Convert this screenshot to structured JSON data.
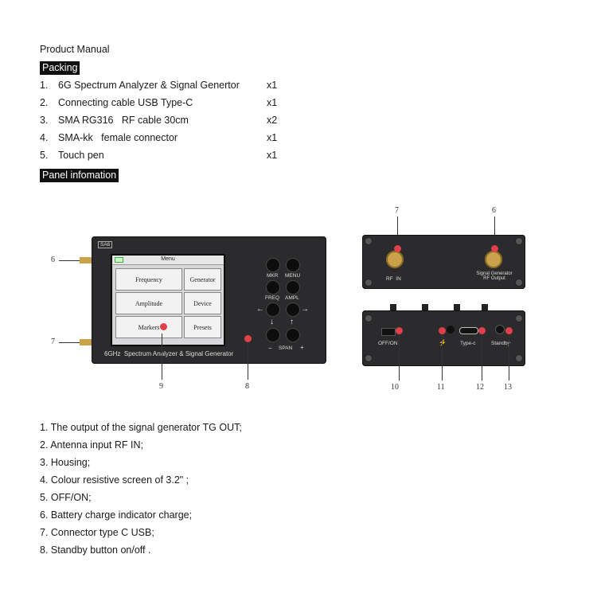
{
  "title": "Product Manual",
  "packing": {
    "heading": "Packing",
    "items": [
      {
        "num": "1.",
        "text": "6G Spectrum Analyzer & Signal Genertor",
        "qty": "x1"
      },
      {
        "num": "2.",
        "text": "Connecting cable USB Type-C",
        "qty": "x1"
      },
      {
        "num": "3.",
        "text": "SMA RG316   RF cable 30cm",
        "qty": "x2"
      },
      {
        "num": "4.",
        "text": "SMA-kk   female connector",
        "qty": "x1"
      },
      {
        "num": "5.",
        "text": "Touch pen",
        "qty": "x1"
      }
    ]
  },
  "panel": {
    "heading": "Panel infomation",
    "front": {
      "badge": "SA6",
      "model_text": "6GHz  Spectrum Analyzer & Signal Generator",
      "screen_title": "Menu",
      "menu_buttons": [
        "Frequency",
        "Amplitude",
        "Markers",
        "Generator",
        "Device",
        "Presets"
      ],
      "key_labels": [
        "MKR",
        "MENU",
        "FREQ",
        "AMPL",
        "SPAN"
      ],
      "minus": "−",
      "plus": "+"
    },
    "right_panel": {
      "rf_in": "RF  IN",
      "sig_out_1": "Signal Generator",
      "sig_out_2": "RF Output"
    },
    "bottom_panel": {
      "offon": "OFF/ON",
      "typec": "Type-c",
      "standby": "Standby"
    },
    "callouts": [
      "6",
      "7",
      "7",
      "6",
      "9",
      "8",
      "10",
      "11",
      "12",
      "13"
    ]
  },
  "descriptions": [
    "1. The output of the signal generator TG OUT;",
    "2. Antenna input RF IN;",
    "3. Housing;",
    "4. Colour resistive screen of 3.2\" ;",
    "5. OFF/ON;",
    "6. Battery charge indicator charge;",
    "7. Connector type C USB;",
    "8. Standby button on/off ."
  ],
  "colors": {
    "marker": "#e0404a",
    "device": "#2b2b2d",
    "header_bg": "#111111"
  }
}
